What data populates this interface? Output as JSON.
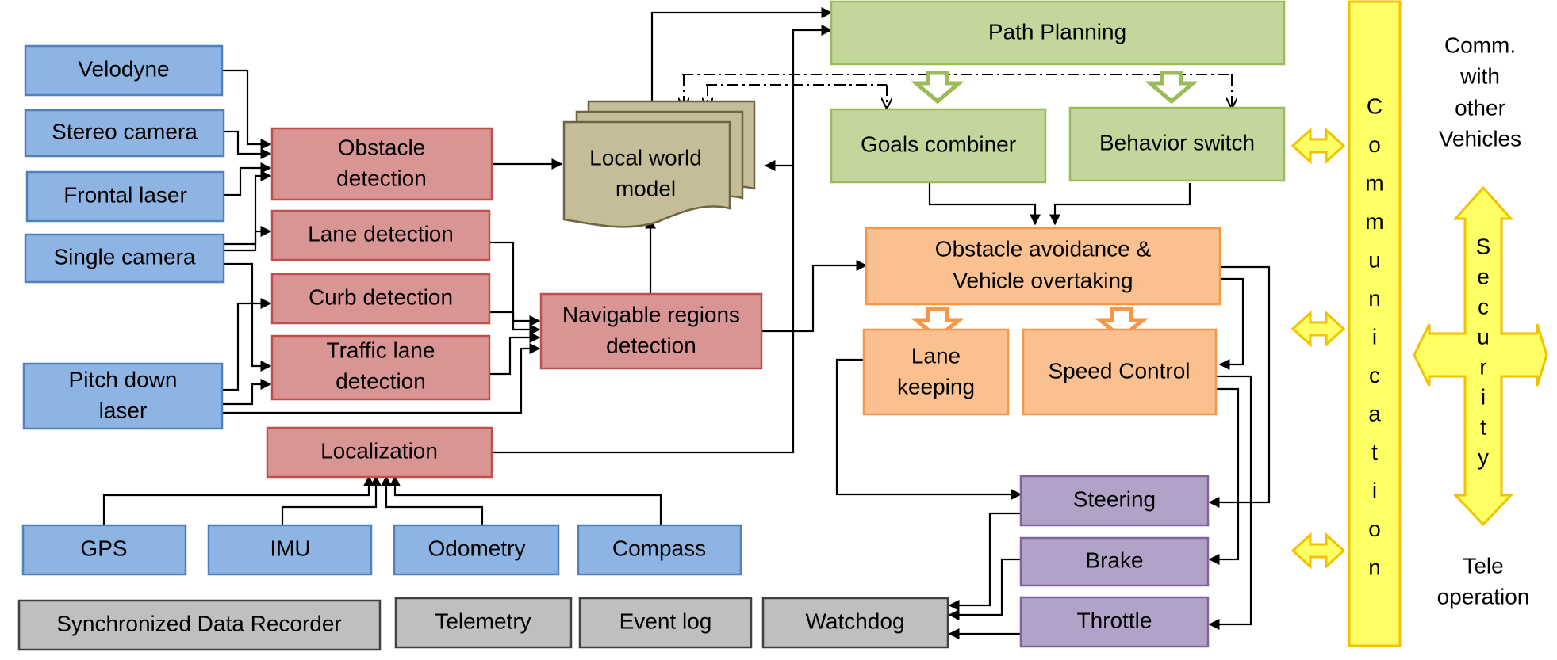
{
  "sensors": {
    "velodyne": "Velodyne",
    "stereo_camera": "Stereo camera",
    "frontal_laser": "Frontal laser",
    "single_camera": "Single camera",
    "pitch_down_laser": [
      "Pitch down",
      "laser"
    ],
    "gps": "GPS",
    "imu": "IMU",
    "odometry": "Odometry",
    "compass": "Compass"
  },
  "perception": {
    "obstacle_detection": [
      "Obstacle",
      "detection"
    ],
    "lane_detection": "Lane detection",
    "curb_detection": "Curb detection",
    "traffic_lane_detection": [
      "Traffic lane",
      "detection"
    ],
    "navigable_regions_detection": [
      "Navigable regions",
      "detection"
    ],
    "localization": "Localization",
    "local_world_model": [
      "Local world",
      "model"
    ]
  },
  "planning": {
    "path_planning": "Path Planning",
    "goals_combiner": "Goals combiner",
    "behavior_switch": "Behavior switch"
  },
  "control": {
    "obstacle_avoidance": [
      "Obstacle avoidance &",
      "Vehicle overtaking"
    ],
    "lane_keeping": [
      "Lane",
      "keeping"
    ],
    "speed_control": "Speed Control"
  },
  "actuators": {
    "steering": "Steering",
    "brake": "Brake",
    "throttle": "Throttle"
  },
  "logging": {
    "synchronized_data_recorder": "Synchronized Data Recorder",
    "telemetry": "Telemetry",
    "event_log": "Event log",
    "watchdog": "Watchdog"
  },
  "communication": {
    "bar_letters": [
      "C",
      "o",
      "m",
      "m",
      "u",
      "n",
      "i",
      "c",
      "a",
      "t",
      "i",
      "o",
      "n"
    ],
    "comm_other_vehicles": [
      "Comm.",
      "with",
      "other",
      "Vehicles"
    ],
    "security_letters": [
      "S",
      "e",
      "c",
      "u",
      "r",
      "i",
      "t",
      "y"
    ],
    "tele_operation": [
      "Tele",
      "operation"
    ]
  },
  "colors": {
    "sensor_fill": "#8eb4e3",
    "perception_fill": "#d99594",
    "planning_fill": "#c3d69b",
    "control_fill": "#fac090",
    "actuator_fill": "#b3a2c7",
    "logging_fill": "#bfbfbf",
    "world_model_fill": "#c4bd97",
    "communication_fill": "#ffff66"
  }
}
